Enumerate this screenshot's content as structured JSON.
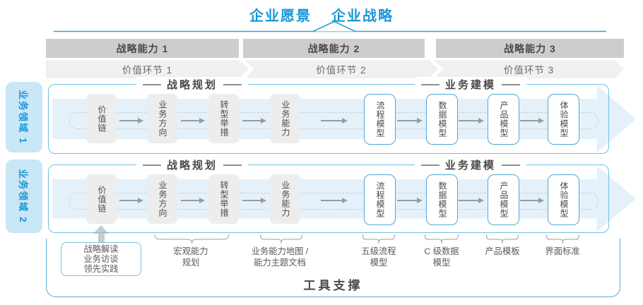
{
  "title": {
    "vision": "企业愿景",
    "strategy": "企业战略"
  },
  "capability_bars": [
    "战略能力 1",
    "战略能力 2",
    "战略能力 3"
  ],
  "value_chain_bars": [
    "价值环节 1",
    "价值环节 2",
    "价值环节 3"
  ],
  "domains": [
    "业务领域 1",
    "业务领域 2"
  ],
  "rows": [
    {
      "headers": [
        "战略规划",
        "业务建模"
      ],
      "boxes": [
        {
          "label": "价值链",
          "type": "gray"
        },
        {
          "label": "业务方向",
          "type": "gray"
        },
        {
          "label": "转型举措",
          "type": "gray"
        },
        {
          "label": "业务能力",
          "type": "gray"
        },
        {
          "label": "流程模型",
          "type": "blue"
        },
        {
          "label": "数据模型",
          "type": "blue"
        },
        {
          "label": "产品模型",
          "type": "blue"
        },
        {
          "label": "体验模型",
          "type": "blue"
        }
      ]
    },
    {
      "headers": [
        "战略规划",
        "业务建模"
      ],
      "boxes": [
        {
          "label": "价值链",
          "type": "gray"
        },
        {
          "label": "业务方向",
          "type": "gray"
        },
        {
          "label": "转型举措",
          "type": "gray"
        },
        {
          "label": "业务能力",
          "type": "gray"
        },
        {
          "label": "流程模型",
          "type": "blue"
        },
        {
          "label": "数据模型",
          "type": "blue"
        },
        {
          "label": "产品模型",
          "type": "blue"
        },
        {
          "label": "体验模型",
          "type": "blue"
        }
      ]
    }
  ],
  "annotations": [
    {
      "type": "box",
      "lines": [
        "战略解读",
        "业务访谈",
        "领先实践"
      ]
    },
    {
      "type": "brace",
      "lines": [
        "宏观能力",
        "规划"
      ]
    },
    {
      "type": "brace",
      "lines": [
        "业务能力地图 /",
        "能力主题文档"
      ]
    },
    {
      "type": "brace",
      "lines": [
        "五级流程",
        "模型"
      ]
    },
    {
      "type": "brace",
      "lines": [
        "C 级数据",
        "模型"
      ]
    },
    {
      "type": "brace",
      "lines": [
        "产品模板"
      ]
    },
    {
      "type": "brace",
      "lines": [
        "界面标准"
      ]
    }
  ],
  "tool_support": "工具支撑",
  "colors": {
    "accent_blue": "#1898d6",
    "container_border": "#4fa8d5",
    "light_band": "#e4f1fa",
    "gray_bar": "#cdcdcd",
    "chain_bar": "#f0f0f0",
    "node_gray": "#ededed",
    "domain_bg": "#c9e7f7"
  }
}
